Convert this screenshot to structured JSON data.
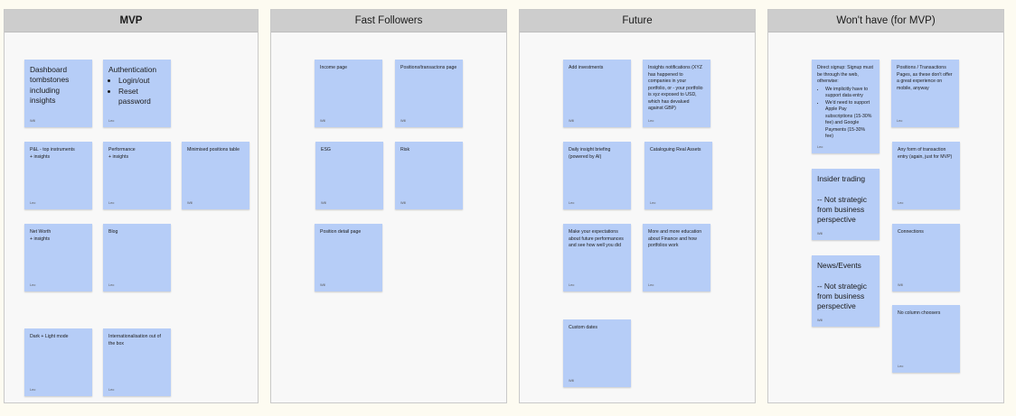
{
  "sections": [
    {
      "id": "mvp",
      "title": "MVP"
    },
    {
      "id": "fast",
      "title": "Fast Followers"
    },
    {
      "id": "future",
      "title": "Future"
    },
    {
      "id": "wont",
      "title": "Won't have (for MVP)"
    }
  ],
  "notes": {
    "dashboard": {
      "text": "Dashboard tombstones including insights",
      "author": "Will"
    },
    "auth": {
      "text": "Authentication",
      "bullets": [
        "Login/out",
        "Reset password"
      ],
      "author": "Leo"
    },
    "pnl": {
      "text": "P&L - top instruments\n+ insights",
      "author": "Leo"
    },
    "performance": {
      "text": "Performance\n+ insights",
      "author": "Leo"
    },
    "minimised": {
      "text": "Minimised positions table",
      "author": "Will"
    },
    "networth": {
      "text": "Net Worth\n+ insights",
      "author": "Leo"
    },
    "blog": {
      "text": "Blog",
      "author": "Leo"
    },
    "darklight": {
      "text": "Dark + Light mode",
      "author": "Leo"
    },
    "intl": {
      "text": "Internationalisation out of the box",
      "author": "Leo"
    },
    "income": {
      "text": "Income page",
      "author": "Will"
    },
    "positions_tx": {
      "text": "Positions/transactons page",
      "author": "Will"
    },
    "esg": {
      "text": "ESG",
      "author": "Will"
    },
    "risk": {
      "text": "Risk",
      "author": "Will"
    },
    "position_detail": {
      "text": "Position detail page",
      "author": "Will"
    },
    "add_investments": {
      "text": "Add investments",
      "author": "Will"
    },
    "insights_notif": {
      "text": "Insights notifications (XYZ has happened to companies in your portfolio, or - your portfolio is xyz exposed to USD, which has devalued against GBP)",
      "author": "Leo"
    },
    "daily_briefing": {
      "text": "Daily insight briefing (powered by AI)",
      "author": "Leo"
    },
    "cataloguing": {
      "text": "Cataloguing Real Assets",
      "author": "Leo"
    },
    "expectations": {
      "text": "Make your expectations about future performances and see how well you did",
      "author": "Leo"
    },
    "education": {
      "text": "More and more education about Finance and how portfolios work",
      "author": "Leo"
    },
    "custom_dates": {
      "text": "Custom dates",
      "author": "Will"
    },
    "direct_signup": {
      "text": "Direct signup: Signup must be through the web, otherwise:",
      "bullets": [
        "We implicitly have to support data entry",
        "We'd need to support Apple Pay subscriptions (15-30% fee) and Google Payments (15-30% fee)"
      ],
      "author": "Leo"
    },
    "positions_pages": {
      "text": "Positions / Transactions Pages, as these don't offer a great experience on mobile, anyway",
      "author": "Leo"
    },
    "insider": {
      "text": "Insider trading\n\n-- Not strategic from business perspective",
      "author": "Will"
    },
    "tx_entry": {
      "text": "Any form of transaction entry (again, just for MVP)",
      "author": "Leo"
    },
    "news": {
      "text": "News/Events\n\n-- Not strategic from business perspective",
      "author": "Will"
    },
    "connections": {
      "text": "Connections",
      "author": "Will"
    },
    "no_column": {
      "text": "No column choosers",
      "author": "Leo"
    }
  }
}
